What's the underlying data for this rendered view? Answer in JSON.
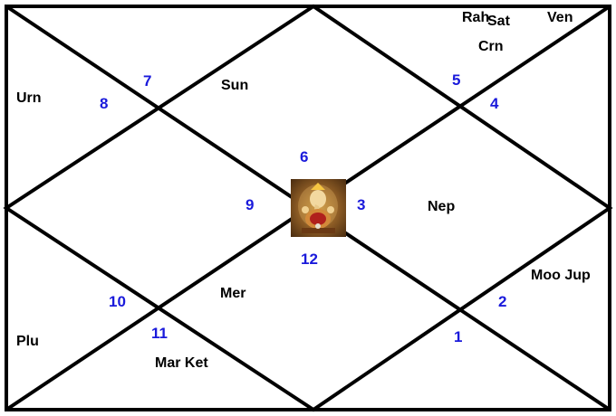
{
  "colors": {
    "lines": "#000000",
    "house_numbers": "#1a1adb",
    "planets": "#000000",
    "background": "#ffffff"
  },
  "center_image": {
    "icon": "ganesha-image"
  },
  "houses": {
    "h1": "1",
    "h2": "2",
    "h3": "3",
    "h4": "4",
    "h5": "5",
    "h6": "6",
    "h7": "7",
    "h8": "8",
    "h9": "9",
    "h10": "10",
    "h11": "11",
    "h12": "12"
  },
  "planets": {
    "rah": "Rah",
    "sat": "Sat",
    "ven": "Ven",
    "crn": "Crn",
    "sun": "Sun",
    "urn": "Urn",
    "nep": "Nep",
    "moo_jup": "Moo Jup",
    "mer": "Mer",
    "plu": "Plu",
    "mar_ket": "Mar Ket"
  }
}
